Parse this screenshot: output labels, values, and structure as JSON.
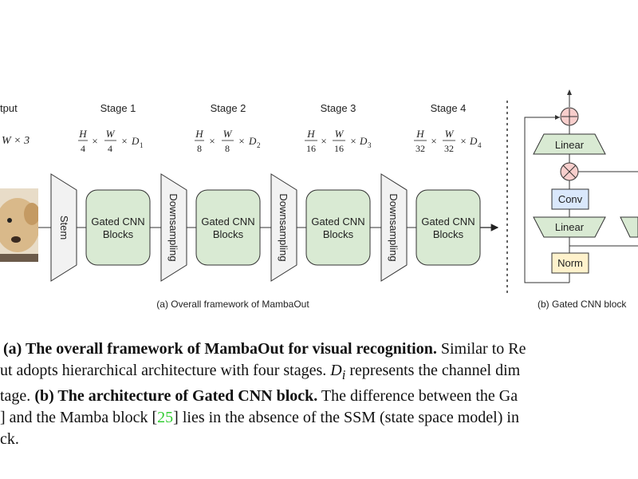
{
  "figure": {
    "input_label": "tput",
    "input_dims": "W × 3",
    "stages": [
      {
        "label": "Stage 1",
        "h": "H",
        "hd": "4",
        "w": "W",
        "wd": "4",
        "d": "D",
        "dsub": "1"
      },
      {
        "label": "Stage 2",
        "h": "H",
        "hd": "8",
        "w": "W",
        "wd": "8",
        "d": "D",
        "dsub": "2"
      },
      {
        "label": "Stage 3",
        "h": "H",
        "hd": "16",
        "w": "W",
        "wd": "16",
        "d": "D",
        "dsub": "3"
      },
      {
        "label": "Stage 4",
        "h": "H",
        "hd": "32",
        "w": "W",
        "wd": "32",
        "d": "D",
        "dsub": "4"
      }
    ],
    "times": "×",
    "stem_label": "Stem",
    "block_line1": "Gated CNN",
    "block_line2": "Blocks",
    "downsampling_label": "Downsampling",
    "caption_a": "(a) Overall framework of MambaOut",
    "caption_b": "(b) Gated CNN block",
    "gated_block": {
      "linear_top": "Linear",
      "conv": "Conv",
      "linear_bottom": "Linear",
      "norm": "Norm"
    },
    "colors": {
      "block_fill": "#d9ead3",
      "trapezoid_fill": "#f2f2f2",
      "conv_fill": "#dae8fc",
      "norm_fill": "#fff2cc",
      "op_fill": "#f8cecc",
      "cite": "#33cc33"
    }
  },
  "caption": {
    "l1_bold": "(a) The overall framework of MambaOut for visual recognition.",
    "l1_rest": " Similar to Re",
    "l2_a": "ut adopts hierarchical architecture with four stages. ",
    "l2_math": "D",
    "l2_sub": "i",
    "l2_b": " represents the channel dim",
    "l3_a": "tage. ",
    "l3_bold": "(b) The architecture of Gated CNN block.",
    "l3_b": " The difference between the Ga",
    "l4_a": "] and the Mamba block [",
    "l4_cite": "25",
    "l4_b": "] lies in the absence of the SSM (state space model) in",
    "l5": "ck."
  }
}
